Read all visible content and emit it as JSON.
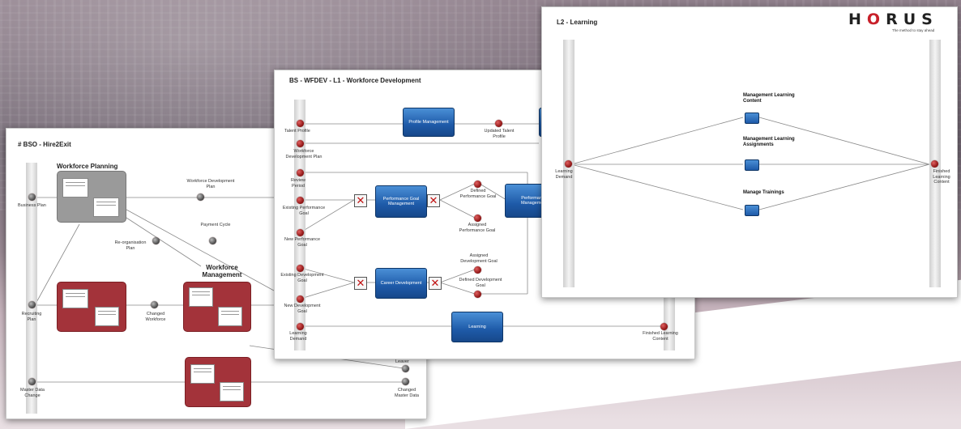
{
  "colors": {
    "accent_red": "#a3333a",
    "process_blue": "#1e5aa8",
    "event_red": "#8a1010",
    "brand_red": "#c8202a"
  },
  "brand": {
    "name_h": "H",
    "name_o": "O",
    "name_rus": "RUS",
    "tagline": "The method to stay ahead"
  },
  "panel_a": {
    "title": "# BSO - Hire2Exit",
    "workforce_planning": "Workforce Planning",
    "workforce_management": "Workforce Management",
    "labels": {
      "business_plan": "Business Plan",
      "workforce_dev_plan": "Workforce Development Plan",
      "payment_cycle": "Payment Cycle",
      "reorg_plan": "Re-organisation Plan",
      "recruiting_plan": "Recruiting Plan",
      "changed_workforce": "Changed Workforce",
      "master_data_change": "Master Data Change",
      "changed_master_data": "Changed Master Data",
      "leaver": "Leaver"
    }
  },
  "panel_b": {
    "title": "BS - WFDEV - L1 - Workforce Development",
    "processes": {
      "profile_mgmt": "Profile Management",
      "perf_goal_mgmt": "Performance Goal Management",
      "perf_mgmt": "Performance Management",
      "career_dev": "Career Development",
      "learning": "Learning"
    },
    "labels": {
      "talent_profile": "Talent Profile",
      "workforce_dev_plan": "Workforce Development Plan",
      "updated_talent_profile": "Updated Talent Profile",
      "review_period": "Review Period",
      "existing_perf_goal": "Existing Performance Goal",
      "new_perf_goal": "New Performance Goal",
      "defined_perf_goal": "Defined Performance Goal",
      "assigned_perf_goal": "Assigned Performance Goal",
      "existing_dev_goal": "Existing Development Goal",
      "new_dev_goal": "New Development Goal",
      "assigned_dev_goal": "Assigned Development Goal",
      "defined_dev_goal": "Defined Development Goal",
      "learning_demand": "Learning Demand",
      "finished_learning_content": "Finished Learning Content"
    }
  },
  "panel_c": {
    "title": "L2 - Learning",
    "tasks": {
      "mgmt_learning_content": "Management Learning Content",
      "mgmt_learning_assignments": "Management Learning Assignments",
      "manage_trainings": "Manage Trainings"
    },
    "labels": {
      "learning_demand": "Learning Demand",
      "finished_learning_content": "Finished Learning Content"
    }
  }
}
